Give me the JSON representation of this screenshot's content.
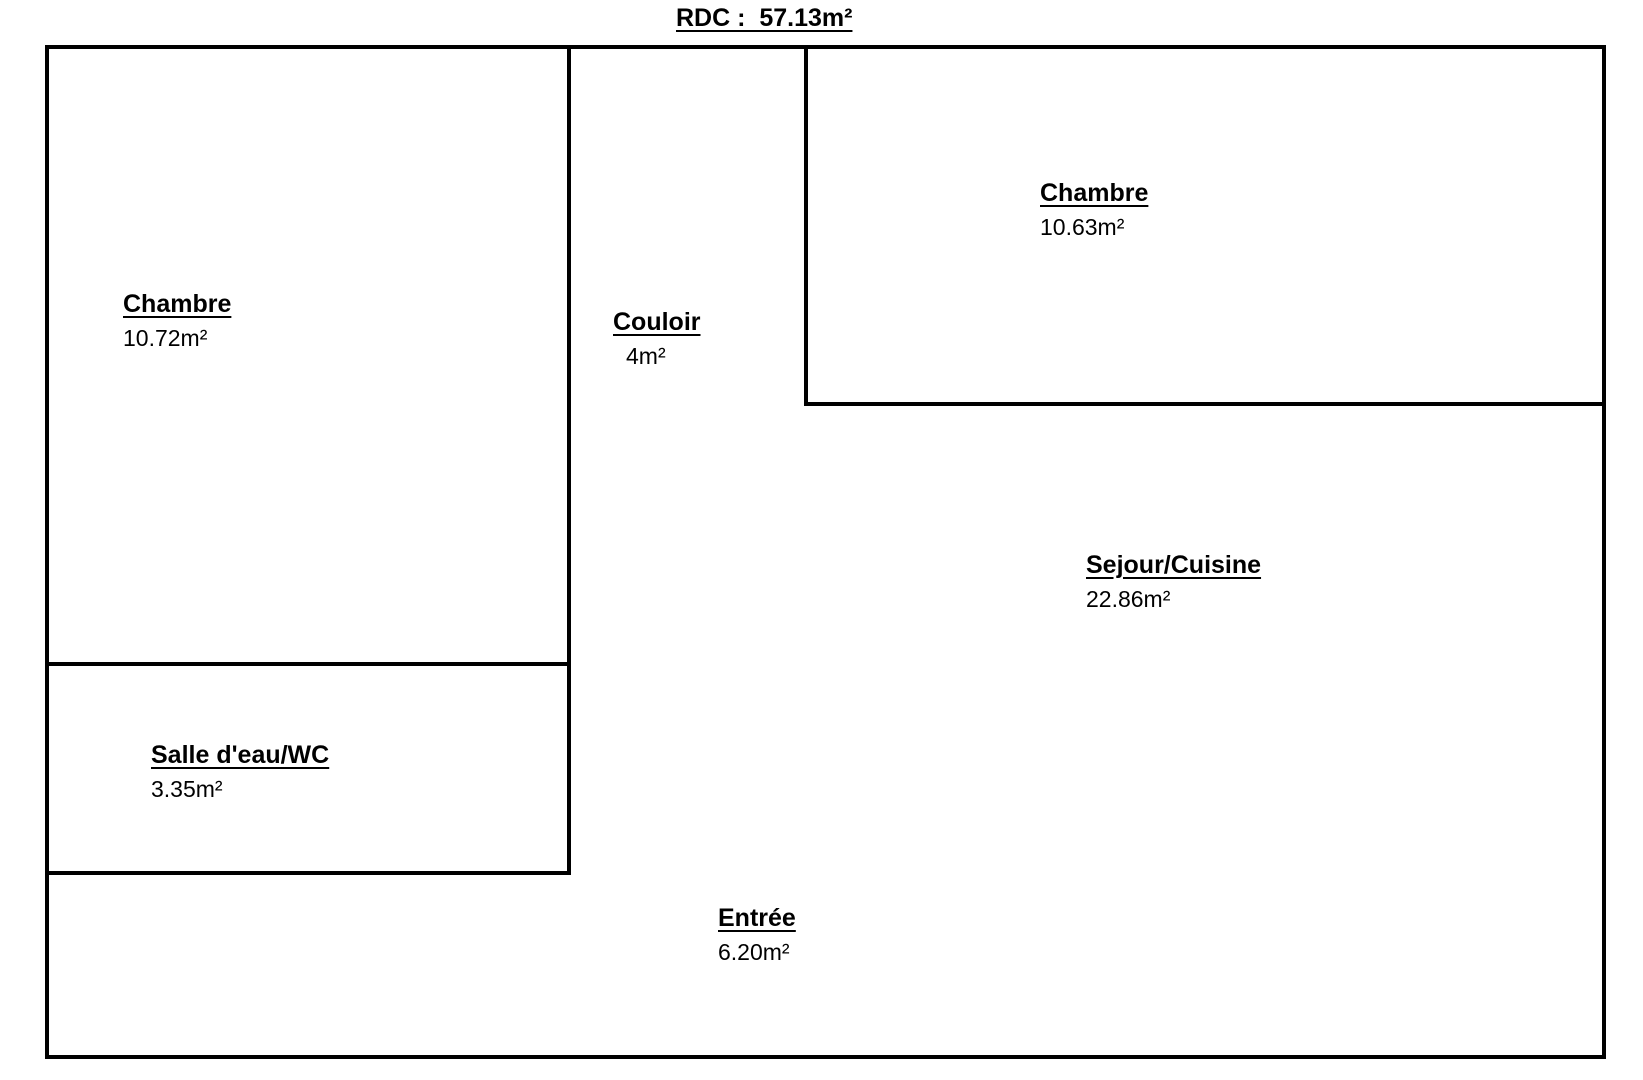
{
  "plan": {
    "title": "RDC :  57.13m²"
  },
  "rooms": [
    {
      "name": "Chambre",
      "area": "10.72m²"
    },
    {
      "name": "Couloir",
      "area": "4m²"
    },
    {
      "name": "Chambre",
      "area": "10.63m²"
    },
    {
      "name": "Sejour/Cuisine",
      "area": "22.86m²"
    },
    {
      "name": "Salle d'eau/WC",
      "area": "3.35m²"
    },
    {
      "name": "Entrée",
      "area": "6.20m²"
    }
  ],
  "colors": {
    "walls": "#000000",
    "background": "#ffffff"
  }
}
